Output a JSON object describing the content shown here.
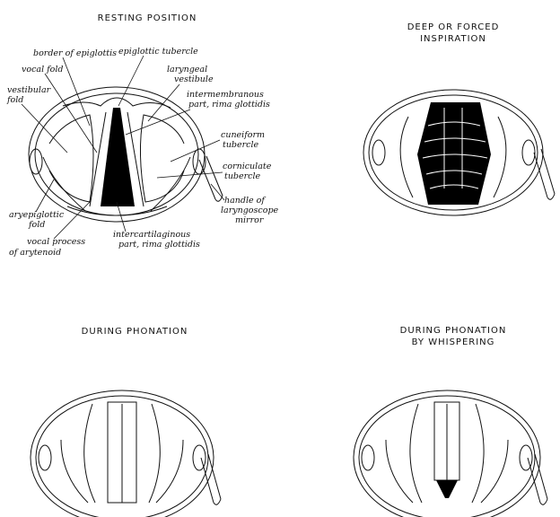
{
  "panels": {
    "resting": {
      "title": "RESTING POSITION",
      "labels": {
        "border_of_epiglottis": "border of epiglottis",
        "epiglottic_tubercle": "epiglottic tubercle",
        "vocal_fold": "vocal fold",
        "laryngeal_vestibule_1": "laryngeal",
        "laryngeal_vestibule_2": "vestibule",
        "vestibular_fold_1": "vestibular",
        "vestibular_fold_2": "fold",
        "intermembranous_1": "intermembranous",
        "intermembranous_2": "part, rima glottidis",
        "cuneiform_1": "cuneiform",
        "cuneiform_2": "tubercle",
        "corniculate_1": "corniculate",
        "corniculate_2": "tubercle",
        "aryepiglottic_1": "aryepiglottic",
        "aryepiglottic_2": "fold",
        "handle_1": "handle of",
        "handle_2": "laryngoscope",
        "handle_3": "mirror",
        "vocal_process_1": "vocal process",
        "vocal_process_2": "of arytenoid",
        "intercartilaginous_1": "intercartilaginous",
        "intercartilaginous_2": "part, rima glottidis"
      }
    },
    "deep": {
      "title": "DEEP OR FORCED\nINSPIRATION"
    },
    "phonation": {
      "title": "DURING PHONATION"
    },
    "whisper": {
      "title": "DURING PHONATION\nBY WHISPERING"
    }
  },
  "colors": {
    "ink": "#111111",
    "tissue": "#ffffff",
    "glottis": "#000000"
  }
}
